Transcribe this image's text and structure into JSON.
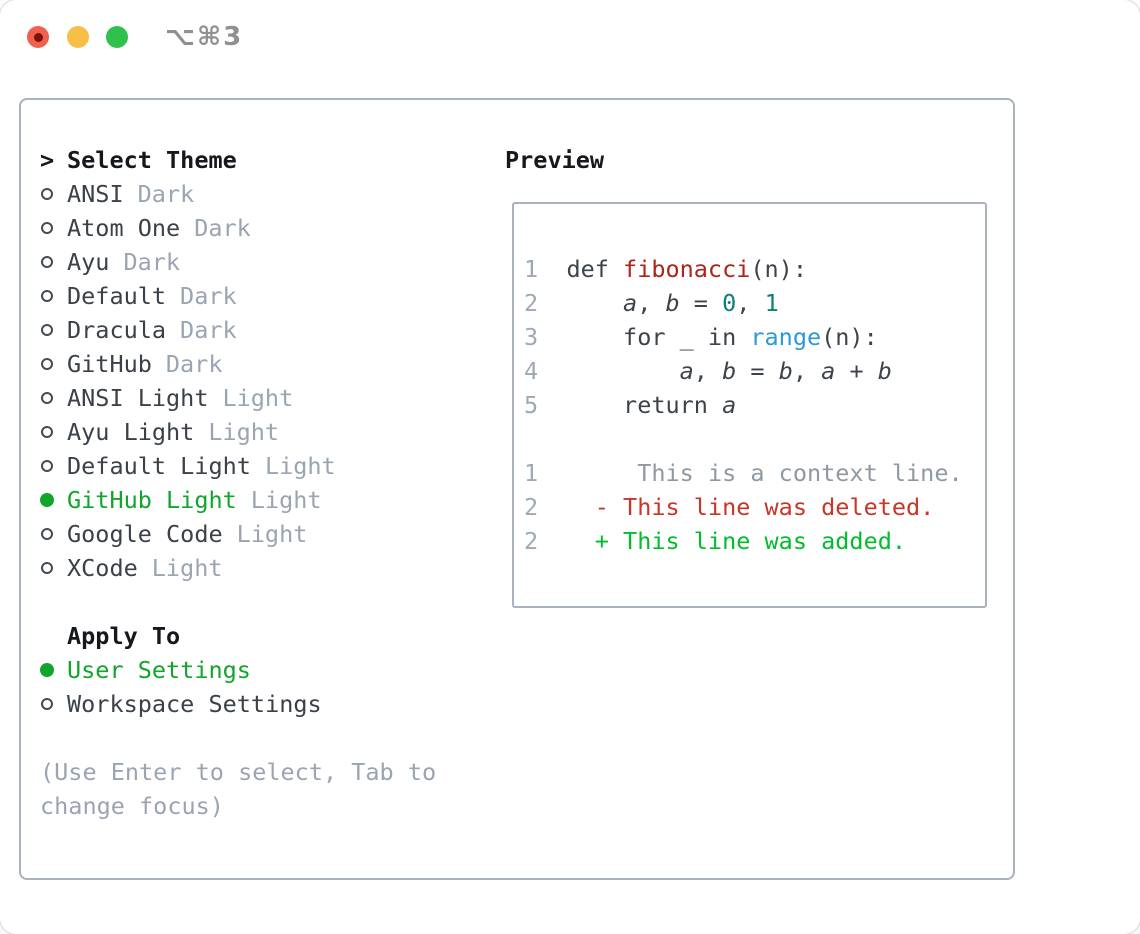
{
  "window": {
    "shortcut": "⌥⌘3"
  },
  "colors": {
    "selected_green": "#12a52c",
    "diff_added_green": "#00bd2c",
    "diff_deleted_red": "#ca3527",
    "function_red": "#ad2418",
    "builtin_blue": "#2b9ad4",
    "number_teal": "#0e7f78",
    "muted_gray": "#9aa4b2",
    "text_dark": "#3a4149",
    "border_gray": "#a9b2bd",
    "traffic_red": "#f1604f",
    "traffic_yellow": "#f8bf47",
    "traffic_green": "#2fc14b"
  },
  "theme_panel": {
    "title_marker": ">",
    "title": "Select Theme",
    "themes": [
      {
        "name": "ANSI",
        "variant": "Dark",
        "selected": false
      },
      {
        "name": "Atom One",
        "variant": "Dark",
        "selected": false
      },
      {
        "name": "Ayu",
        "variant": "Dark",
        "selected": false
      },
      {
        "name": "Default",
        "variant": "Dark",
        "selected": false
      },
      {
        "name": "Dracula",
        "variant": "Dark",
        "selected": false
      },
      {
        "name": "GitHub",
        "variant": "Dark",
        "selected": false
      },
      {
        "name": "ANSI Light",
        "variant": "Light",
        "selected": false
      },
      {
        "name": "Ayu Light",
        "variant": "Light",
        "selected": false
      },
      {
        "name": "Default Light",
        "variant": "Light",
        "selected": false
      },
      {
        "name": "GitHub Light",
        "variant": "Light",
        "selected": true
      },
      {
        "name": "Google Code",
        "variant": "Light",
        "selected": false
      },
      {
        "name": "XCode",
        "variant": "Light",
        "selected": false
      }
    ],
    "apply_to": {
      "title": "Apply To",
      "options": [
        {
          "label": "User Settings",
          "selected": true
        },
        {
          "label": "Workspace Settings",
          "selected": false
        }
      ]
    },
    "hint": "(Use Enter to select, Tab to change focus)"
  },
  "preview": {
    "title": "Preview",
    "code_lines": [
      [
        {
          "t": "1",
          "c": "ln"
        },
        {
          "t": "  ",
          "c": "pl"
        },
        {
          "t": "def ",
          "c": "pl"
        },
        {
          "t": "fibonacci",
          "c": "fn"
        },
        {
          "t": "(n):",
          "c": "pl"
        }
      ],
      [
        {
          "t": "2",
          "c": "ln"
        },
        {
          "t": "      ",
          "c": "pl"
        },
        {
          "t": "a",
          "c": "var"
        },
        {
          "t": ", ",
          "c": "pl"
        },
        {
          "t": "b",
          "c": "var"
        },
        {
          "t": " = ",
          "c": "pl"
        },
        {
          "t": "0",
          "c": "num"
        },
        {
          "t": ", ",
          "c": "pl"
        },
        {
          "t": "1",
          "c": "num"
        }
      ],
      [
        {
          "t": "3",
          "c": "ln"
        },
        {
          "t": "      ",
          "c": "pl"
        },
        {
          "t": "for _ in ",
          "c": "pl"
        },
        {
          "t": "range",
          "c": "call"
        },
        {
          "t": "(n):",
          "c": "pl"
        }
      ],
      [
        {
          "t": "4",
          "c": "ln"
        },
        {
          "t": "          ",
          "c": "pl"
        },
        {
          "t": "a",
          "c": "var"
        },
        {
          "t": ", ",
          "c": "pl"
        },
        {
          "t": "b",
          "c": "var"
        },
        {
          "t": " = ",
          "c": "pl"
        },
        {
          "t": "b",
          "c": "var"
        },
        {
          "t": ", ",
          "c": "pl"
        },
        {
          "t": "a",
          "c": "var"
        },
        {
          "t": " + ",
          "c": "pl"
        },
        {
          "t": "b",
          "c": "var"
        }
      ],
      [
        {
          "t": "5",
          "c": "ln"
        },
        {
          "t": "      ",
          "c": "pl"
        },
        {
          "t": "return ",
          "c": "pl"
        },
        {
          "t": "a",
          "c": "var"
        }
      ],
      [],
      [
        {
          "t": "1",
          "c": "ln"
        },
        {
          "t": "       ",
          "c": "pl"
        },
        {
          "t": "This is a context line.",
          "c": "ctx"
        }
      ],
      [
        {
          "t": "2",
          "c": "ln"
        },
        {
          "t": "    ",
          "c": "pl"
        },
        {
          "t": "- This line was deleted.",
          "c": "del"
        }
      ],
      [
        {
          "t": "2",
          "c": "ln"
        },
        {
          "t": "    ",
          "c": "pl"
        },
        {
          "t": "+ This line was added.",
          "c": "add"
        }
      ]
    ]
  }
}
